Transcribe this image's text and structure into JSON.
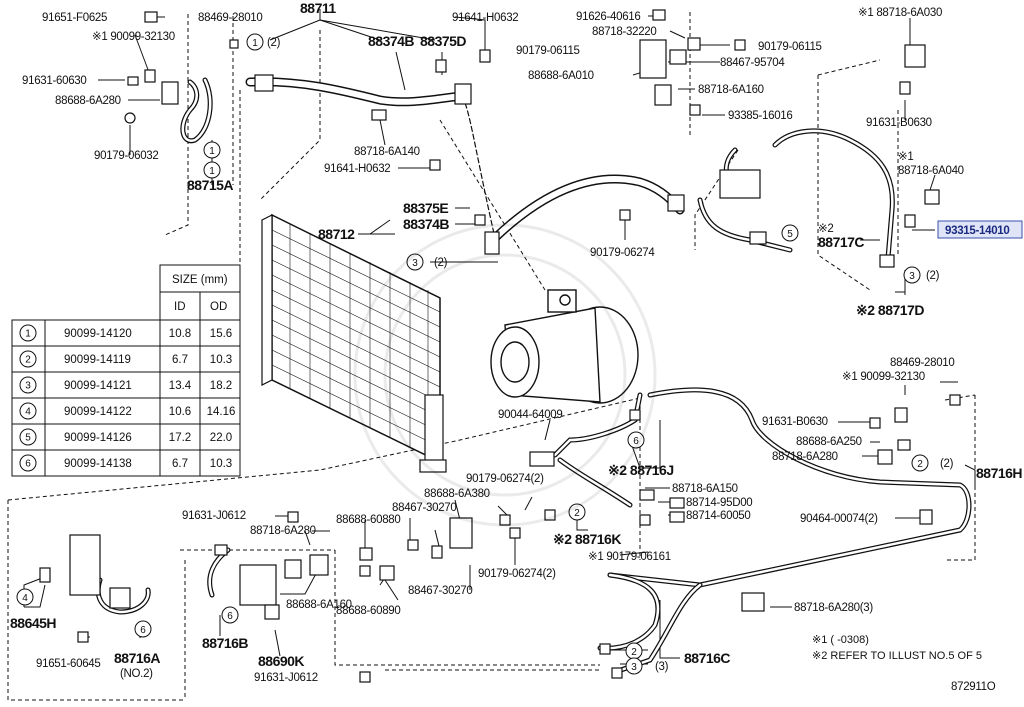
{
  "diagram": {
    "figure_id": "872911O",
    "highlighted_part": "93315-14010",
    "labels": {
      "p91651_F0625": "91651-F0625",
      "p90099_32130_a": "※1 90099-32130",
      "p91631_60630": "91631-60630",
      "p88688_6A280": "88688-6A280",
      "p90179_06032": "90179-06032",
      "p88715A": "88715A",
      "p88469_28010_a": "88469-28010",
      "p88711": "88711",
      "p88374B_a": "88374B",
      "p88375D": "88375D",
      "p91641_H0632_a": "91641-H0632",
      "p88718_6A140": "88718-6A140",
      "p91641_H0632_b": "91641-H0632",
      "p88375E": "88375E",
      "p88374B_b": "88374B",
      "p88712": "88712",
      "p91626_40616": "91626-40616",
      "p88718_32220": "88718-32220",
      "p90179_06115_a": "90179-06115",
      "p90179_06115_b": "90179-06115",
      "p88688_6A010": "88688-6A010",
      "p88467_95704": "88467-95704",
      "p88718_6A160": "88718-6A160",
      "p93385_16016": "93385-16016",
      "p88718_6A030": "※1 88718-6A030",
      "p91631_B0630_a": "91631-B0630",
      "p88718_6A040_mark": "※1",
      "p88718_6A040": "88718-6A040",
      "p93315_14010": "93315-14010",
      "p88717C_mark": "※2",
      "p88717C": "88717C",
      "p88717D": "※2 88717D",
      "p90179_06274": "90179-06274",
      "p88469_28010_b": "88469-28010",
      "p90099_32130_b": "※1 90099-32130",
      "p91631_B0630_b": "91631-B0630",
      "p90044_64009": "90044-64009",
      "p88688_6A250": "88688-6A250",
      "p88718_6A280_a": "88718-6A280",
      "p88716H": "88716H",
      "p88716J": "※2 88716J",
      "p90179_06274_2a": "90179-06274(2)",
      "p88688_6A380": "88688-6A380",
      "p88467_30270_a": "88467-30270",
      "p88718_6A150": "88718-6A150",
      "p88714_95D00": "88714-95D00",
      "p88714_60050": "88714-60050",
      "p90464_00074": "90464-00074(2)",
      "p88716K": "※2 88716K",
      "p90179_06161": "※1 90179-06161",
      "p91631_J0612_a": "91631-J0612",
      "p88718_6A280_b": "88718-6A280",
      "p88688_60880": "88688-60880",
      "p90179_06274_2b": "90179-06274(2)",
      "p88688_6A160": "88688-6A160",
      "p88688_60890": "88688-60890",
      "p88467_30270_b": "88467-30270",
      "p88718_6A280_3": "88718-6A280(3)",
      "p88645H": "88645H",
      "p91651_60645": "91651-60645",
      "p88716A": "88716A",
      "p88716A_sub": "(NO.2)",
      "p88716B": "88716B",
      "p88690K": "88690K",
      "p91631_J0612_b": "91631-J0612",
      "p88716C": "88716C"
    },
    "qty": {
      "q1_2": "(2)",
      "q3_2a": "(2)",
      "q3_2b": "(2)",
      "q2_2": "(2)",
      "q2_3": "(3)"
    },
    "notes": {
      "n1": "※1 (      -0308)",
      "n2": "※2 REFER TO ILLUST NO.5 OF 5"
    }
  },
  "size_table": {
    "header_size": "SIZE (mm)",
    "header_id": "ID",
    "header_od": "OD",
    "rows": [
      {
        "num": "1",
        "part": "90099-14120",
        "id": "10.8",
        "od": "15.6"
      },
      {
        "num": "2",
        "part": "90099-14119",
        "id": "6.7",
        "od": "10.3"
      },
      {
        "num": "3",
        "part": "90099-14121",
        "id": "13.4",
        "od": "18.2"
      },
      {
        "num": "4",
        "part": "90099-14122",
        "id": "10.6",
        "od": "14.16"
      },
      {
        "num": "5",
        "part": "90099-14126",
        "id": "17.2",
        "od": "22.0"
      },
      {
        "num": "6",
        "part": "90099-14138",
        "id": "6.7",
        "od": "10.3"
      }
    ]
  }
}
